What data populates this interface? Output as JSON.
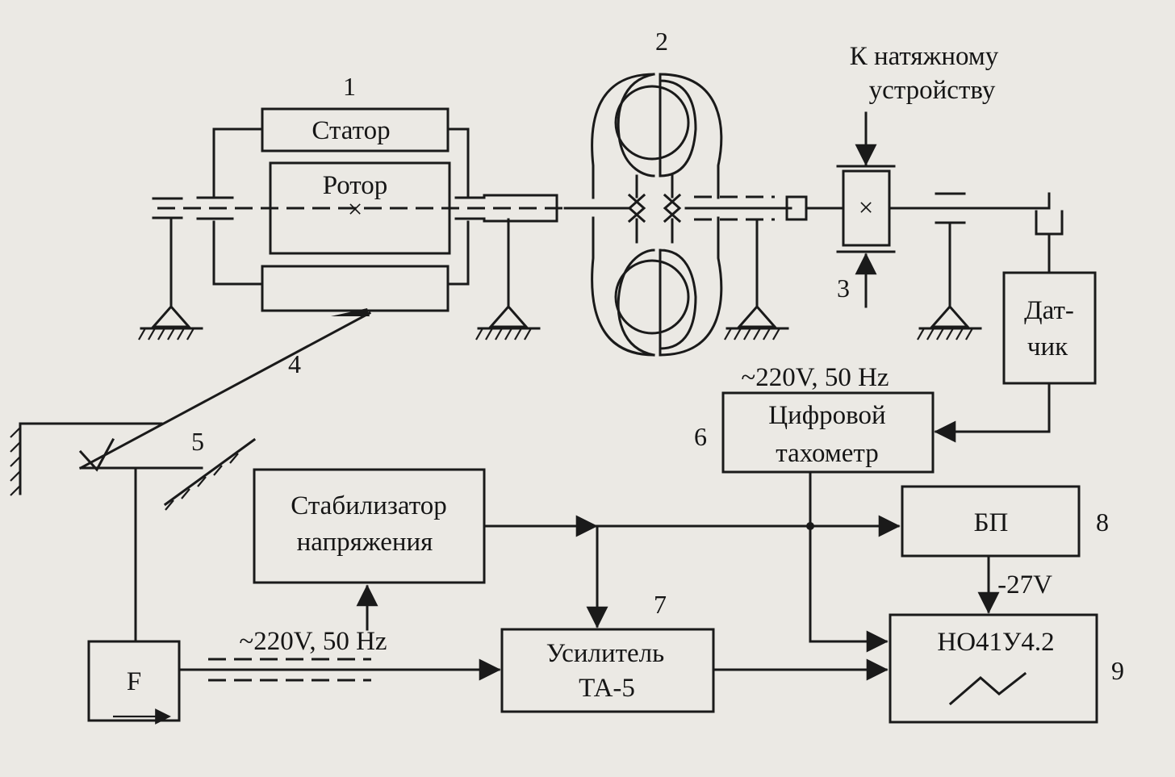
{
  "labels": {
    "stator": "Статор",
    "rotor": "Ротор",
    "to_tensioner_1": "К натяжному",
    "to_tensioner_2": "устройству",
    "sensor_1": "Дат-",
    "sensor_2": "чик",
    "tachometer_1": "Цифровой",
    "tachometer_2": "тахометр",
    "stabilizer_1": "Стабилизатор",
    "stabilizer_2": "напряжения",
    "power_supply": "БП",
    "amplifier_1": "Усилитель",
    "amplifier_2": "ТА-5",
    "recorder": "НО41У4.2",
    "force_sensor": "F",
    "mains_top": "~220V,  50 Hz",
    "mains_bottom": "~220V,  50 Hz",
    "voltage_27": "-27V",
    "rotor_cross": "×",
    "coupling_cross": "×"
  },
  "numbers": {
    "n1": "1",
    "n2": "2",
    "n3": "3",
    "n4": "4",
    "n5": "5",
    "n6": "6",
    "n7": "7",
    "n8": "8",
    "n9": "9"
  }
}
